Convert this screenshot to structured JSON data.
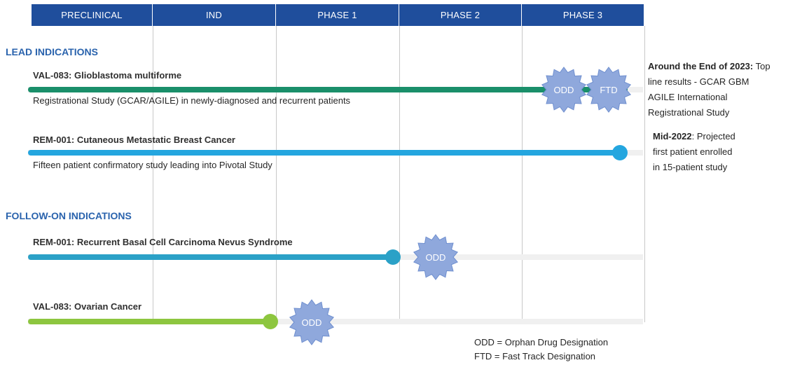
{
  "header": {
    "phases": [
      "PRECLINICAL",
      "IND",
      "PHASE 1",
      "PHASE 2",
      "PHASE 3"
    ]
  },
  "sections": {
    "lead": "LEAD INDICATIONS",
    "followon": "FOLLOW-ON INDICATIONS"
  },
  "programs": [
    {
      "title": "VAL-083: Glioblastoma multiforme",
      "description": "Registrational Study (GCAR/AGILE) in newly-diagnosed and recurrent patients",
      "color": "#1a8f6a",
      "progress": 0.96,
      "designations": [
        "ODD",
        "FTD"
      ]
    },
    {
      "title": "REM-001: Cutaneous Metastatic Breast Cancer",
      "description": "Fifteen patient confirmatory study leading into Pivotal Study",
      "color": "#24a6df",
      "progress": 0.96,
      "designations": []
    },
    {
      "title": "REM-001: Recurrent Basal Cell Carcinoma Nevus Syndrome",
      "description": "",
      "color": "#2ba1c7",
      "progress": 0.59,
      "designations": [
        "ODD"
      ]
    },
    {
      "title": "VAL-083: Ovarian Cancer",
      "description": "",
      "color": "#8dc63f",
      "progress": 0.39,
      "designations": [
        "ODD"
      ]
    }
  ],
  "notes": [
    {
      "bold": "Around the End of 2023:",
      "lines": [
        " Top",
        "line results  - GCAR GBM",
        "AGILE International",
        "Registrational Study"
      ]
    },
    {
      "bold": "Mid-2022",
      "lines": [
        ": Projected",
        "first patient enrolled",
        "in 15-patient study"
      ]
    }
  ],
  "legend": [
    "ODD = Orphan Drug Designation",
    "FTD = Fast Track Designation"
  ],
  "colors": {
    "header": "#1f4e9c",
    "section": "#2a63ad",
    "badge": "#8fa8dc",
    "badge_border": "#6f8fcf"
  }
}
